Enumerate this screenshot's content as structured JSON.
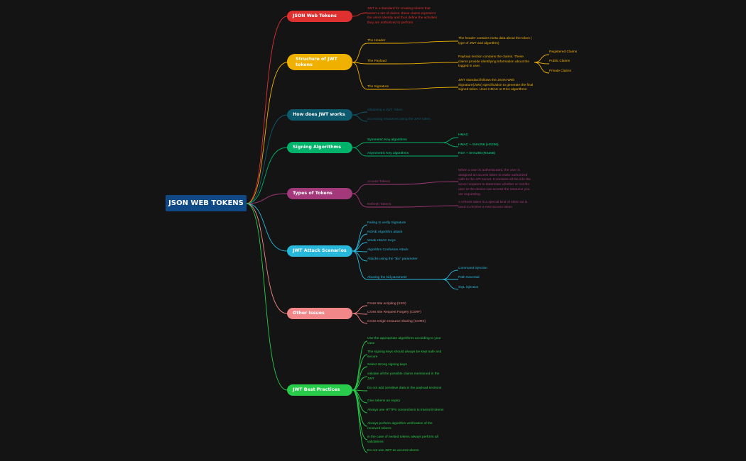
{
  "colors": {
    "background": "#141414",
    "root": "#0f4a86",
    "jwt_web_tokens": "#e03131",
    "structure": "#f0b000",
    "how_works": "#0d5a6e",
    "signing": "#00b36b",
    "types": "#a3397a",
    "attack": "#27b8dc",
    "other": "#f2878a",
    "best_practices": "#28cc4a"
  },
  "root": {
    "label": "JSON WEB TOKENS"
  },
  "branches": {
    "jwt_web_tokens": {
      "label": "JSON Web Tokens",
      "description": "JWT is a standard for creating tokens that assert a set of claims. these claims represent the users identity and thus define the activities they are authorized to perform."
    },
    "structure": {
      "label": "Structure of JWT tokens",
      "header": {
        "label": "The Header",
        "note": "The header contains meta data about the token ( type of JWT and algorithm)"
      },
      "payload": {
        "label": "The Payload",
        "note": "Payload section contains the claims. These claims provide identifying information about the logged in user.",
        "claims": [
          "Registered Claims",
          "Public Claims",
          "Private Claims"
        ]
      },
      "signature": {
        "label": "The Signature",
        "note": "JWT standard follows the JSON Web Signature(JWS) specification to generate the final signed token. Uses HMAC or RSA algorithms"
      }
    },
    "how_works": {
      "label": "How does JWT works",
      "items": [
        "Obtaining a JWT Token",
        "accessing resources using the JWT token"
      ]
    },
    "signing": {
      "label": "Signing Algorithms",
      "symmetric": {
        "label": "Symmetric Key algorithms",
        "items": [
          "HMAC",
          "HMAC + SHA256 (HS256)"
        ]
      },
      "asymmetric": {
        "label": "Asymmetric Key algorithms",
        "items": [
          "RSA + SHA256 (RS256)"
        ]
      }
    },
    "types": {
      "label": "Types of Tokens",
      "access": {
        "label": "Access Tokens",
        "note": "When a user is authenticated, the user is assigned an access token to make authorized calls to the API server. It contains all the info the server requires to determine whether or not the user or the device can access the resource you are requesting."
      },
      "refresh": {
        "label": "Refresh Tokens",
        "note": "A refresh token is a special kind of token tat is used to receive a new access token"
      }
    },
    "attack": {
      "label": "JWT Attack Scenarios",
      "items": [
        "Failing to verify Signature",
        "NONE Algorithm attack",
        "Weak HMAC Keys",
        "Algorithm Confusion Attack",
        "Attacks using the \"jku\" parameter"
      ],
      "kid": {
        "label": "Abusing the kid parameter",
        "items": [
          "Command injection",
          "Path traversal",
          "SQL injection"
        ]
      }
    },
    "other": {
      "label": "Other Issues",
      "items": [
        "Cross site scripting (XSS)",
        "Cross site Request Forgery (CSRF)",
        "Cross Origin resource sharing (CORS)"
      ]
    },
    "best_practices": {
      "label": "JWT Best Practices",
      "items": [
        "Use the appropriate algorithms according to your case",
        "The signing keys should always be kept safe and secure",
        "Select strong signing keys",
        "validate all the possible claims mentioned in the JWT",
        "Do not add sensitive data in the payload sections",
        "Give tokens an expiry",
        "Always use HTTPS connections to transmit tokens",
        "Always perform algorithm verification of the received tokens",
        "in the case of nested tokens always perform all validations",
        "Do not use JWT as access tokens"
      ]
    }
  }
}
